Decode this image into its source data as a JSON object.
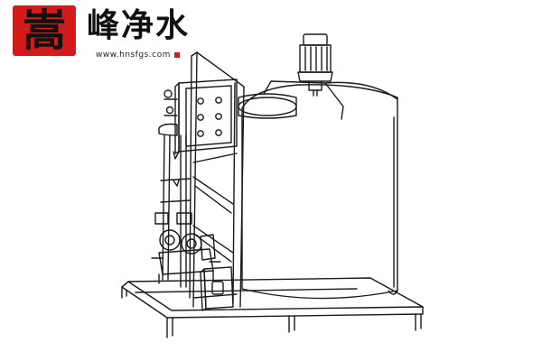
{
  "logo": {
    "seal_char": "嵩",
    "brand": "峰净水",
    "url": "www.hnsfgs.com"
  },
  "colors": {
    "seal": "#d41b1b",
    "line": "#1a1a1a"
  },
  "image": {
    "subject": "dosing-tank-skid-line-drawing"
  }
}
